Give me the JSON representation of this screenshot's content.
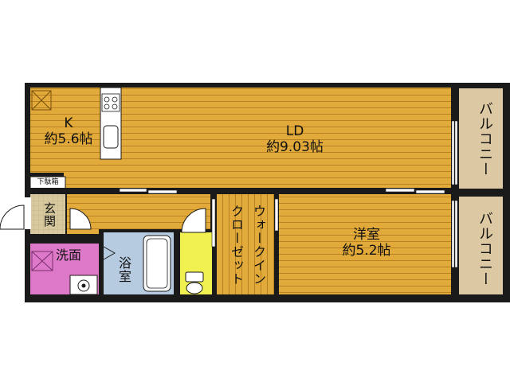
{
  "rooms": {
    "kitchen": {
      "name": "K",
      "size": "約5.6帖"
    },
    "ld": {
      "name": "LD",
      "size": "約9.03帖"
    },
    "western": {
      "name": "洋室",
      "size": "約5.2帖"
    },
    "closet": {
      "name": "ウォークインクローゼット"
    },
    "entrance": {
      "name": "玄関"
    },
    "shoe_box": {
      "name": "下駄箱"
    },
    "washroom": {
      "name": "洗面"
    },
    "bath": {
      "name": "浴室"
    },
    "balcony_1": {
      "name": "バルコニー"
    },
    "balcony_2": {
      "name": "バルコニー"
    }
  },
  "colors": {
    "floor": "#e2aa3a",
    "floor_lines": "#b37f1c",
    "wall": "#1a1a1a",
    "balcony": "#dcc8a2",
    "toilet": "#f0f050",
    "bath": "#b7cbe0",
    "washroom": "#de78c8",
    "entrance": "#d8c9a0"
  }
}
